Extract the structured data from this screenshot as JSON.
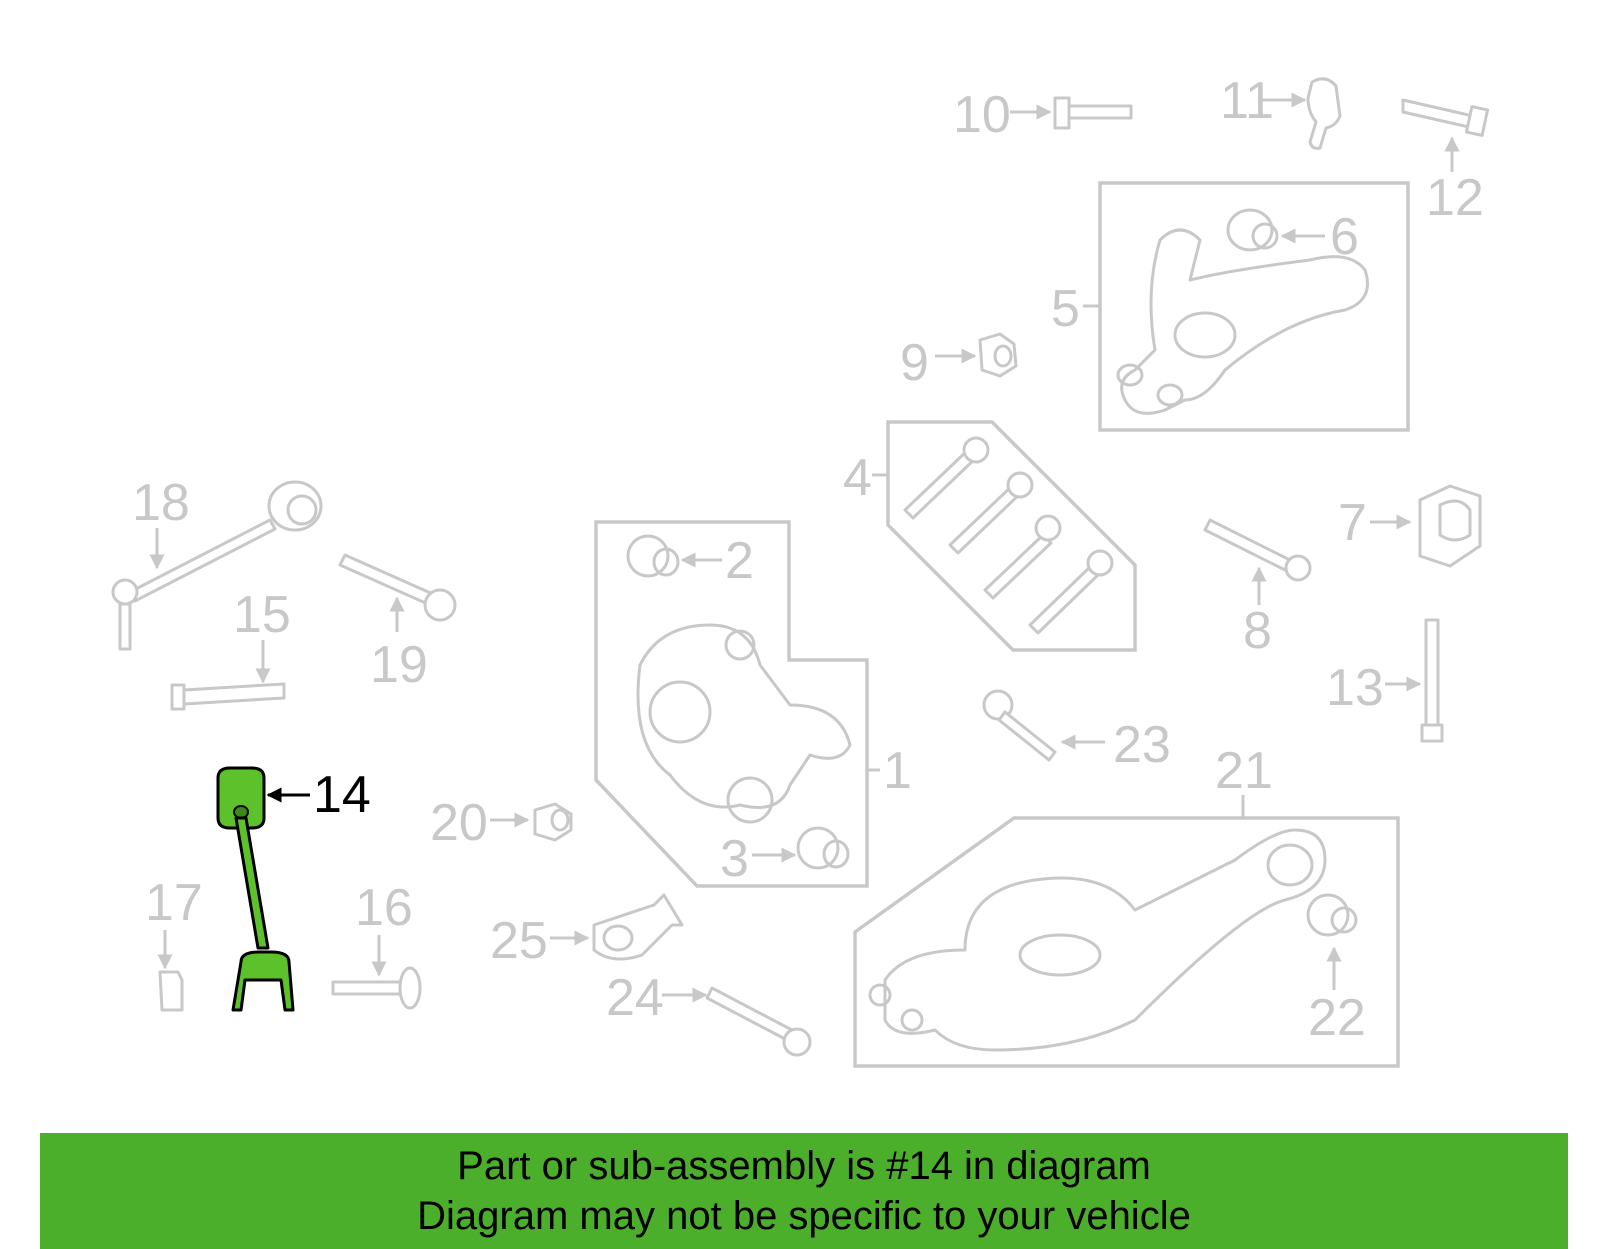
{
  "callouts": {
    "n1": "1",
    "n2": "2",
    "n3": "3",
    "n4": "4",
    "n5": "5",
    "n6": "6",
    "n7": "7",
    "n8": "8",
    "n9": "9",
    "n10": "10",
    "n11": "11",
    "n12": "12",
    "n13": "13",
    "n14": "14",
    "n15": "15",
    "n16": "16",
    "n17": "17",
    "n18": "18",
    "n19": "19",
    "n20": "20",
    "n21": "21",
    "n22": "22",
    "n23": "23",
    "n24": "24",
    "n25": "25"
  },
  "highlight": {
    "part": "14",
    "color": "#5cc12a"
  },
  "banner": {
    "line1": "Part or sub-assembly is #14 in diagram",
    "line2": "Diagram may not be specific to your vehicle",
    "color": "#4caf2b"
  }
}
